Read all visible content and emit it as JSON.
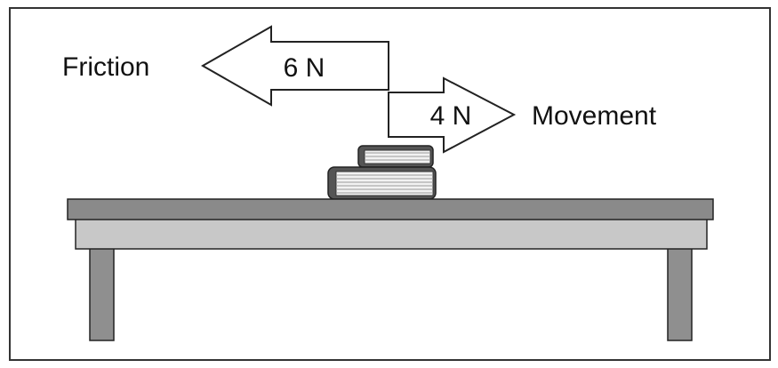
{
  "friction": {
    "label": "Friction",
    "value": "6 N"
  },
  "movement": {
    "label": "Movement",
    "value": "4 N"
  },
  "colors": {
    "frame": "#333333",
    "arrow_fill": "#ffffff",
    "outline": "#222222",
    "table_top": "#8a8a8a",
    "table_apron": "#c8c8c8",
    "table_leg": "#8f8f8f",
    "book": "#555555",
    "pages": "#f2f2f2"
  }
}
